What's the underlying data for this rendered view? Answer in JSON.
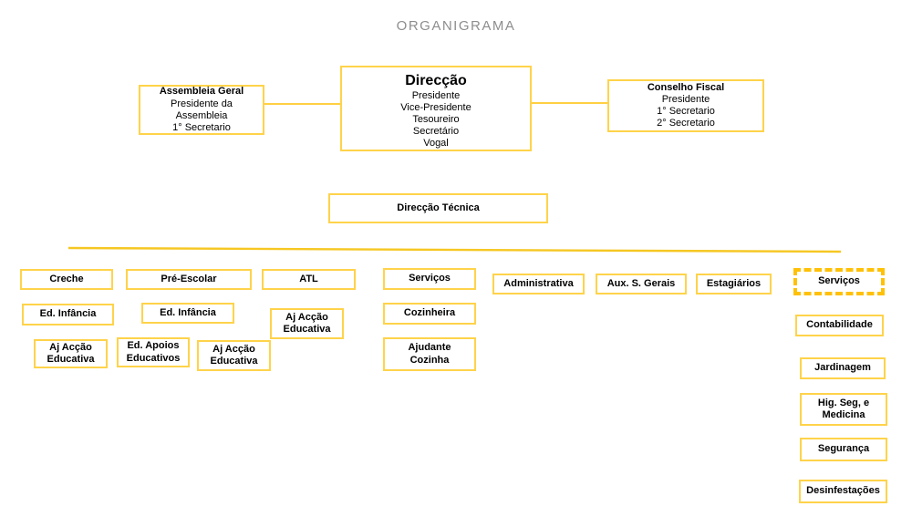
{
  "title": "ORGANIGRAMA",
  "colors": {
    "box_border": "#FFD34A",
    "dashed_border": "#FFC107",
    "connector": "#FFD042",
    "divider": "#F6C722",
    "title_text": "#8E8E8E",
    "text": "#000000"
  },
  "nodes": {
    "assembleia_geral": {
      "title": "Assembleia Geral",
      "sub": "Presidente da\nAssembleia\n1° Secretario"
    },
    "direccao": {
      "title": "Direcção",
      "sub": "Presidente\nVice-Presidente\nTesoureiro\nSecretário\nVogal"
    },
    "conselho_fiscal": {
      "title": "Conselho Fiscal",
      "sub": "Presidente\n1° Secretario\n2° Secretario"
    },
    "direccao_tecnica": {
      "title": "Direcção Técnica"
    },
    "creche": {
      "title": "Creche"
    },
    "ed_infancia_creche": {
      "title": "Ed. Infância"
    },
    "aj_accao_creche": {
      "title": "Aj Acção\nEducativa"
    },
    "pre_escolar": {
      "title": "Pré-Escolar"
    },
    "ed_infancia_pre": {
      "title": "Ed. Infância"
    },
    "ed_apoios": {
      "title": "Ed. Apoios\nEducativos"
    },
    "aj_accao_pre": {
      "title": "Aj Acção\nEducativa"
    },
    "atl": {
      "title": "ATL"
    },
    "aj_accao_atl": {
      "title": "Aj Acção\nEducativa"
    },
    "servicos_cozinha": {
      "title": "Serviços"
    },
    "cozinheira": {
      "title": "Cozinheira"
    },
    "ajudante_cozinha": {
      "title": "Ajudante\nCozinha"
    },
    "administrativa": {
      "title": "Administrativa"
    },
    "aux_s_gerais": {
      "title": "Aux. S. Gerais"
    },
    "estagiarios": {
      "title": "Estagiários"
    },
    "servicos_externos": {
      "title": "Serviços"
    },
    "contabilidade": {
      "title": "Contabilidade"
    },
    "jardinagem": {
      "title": "Jardinagem"
    },
    "hig_seg_medicina": {
      "title": "Hig. Seg, e\nMedicina"
    },
    "seguranca": {
      "title": "Segurança"
    },
    "desinfestacoes": {
      "title": "Desinfestações"
    }
  }
}
